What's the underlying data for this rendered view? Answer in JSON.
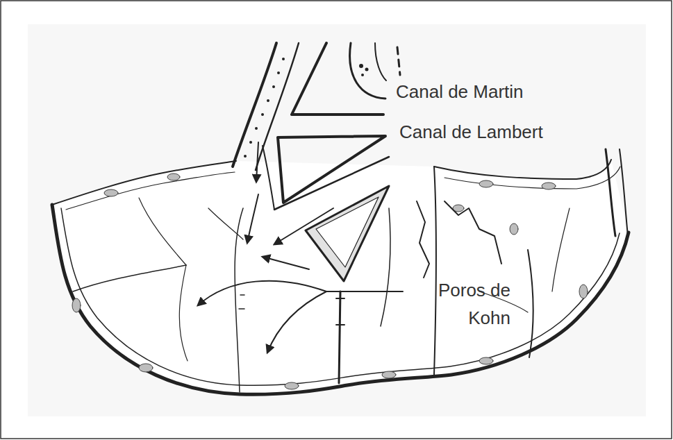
{
  "diagram": {
    "labels": [
      "Canal de Martin",
      "Canal de Lambert",
      "Poros de Kohn"
    ]
  }
}
